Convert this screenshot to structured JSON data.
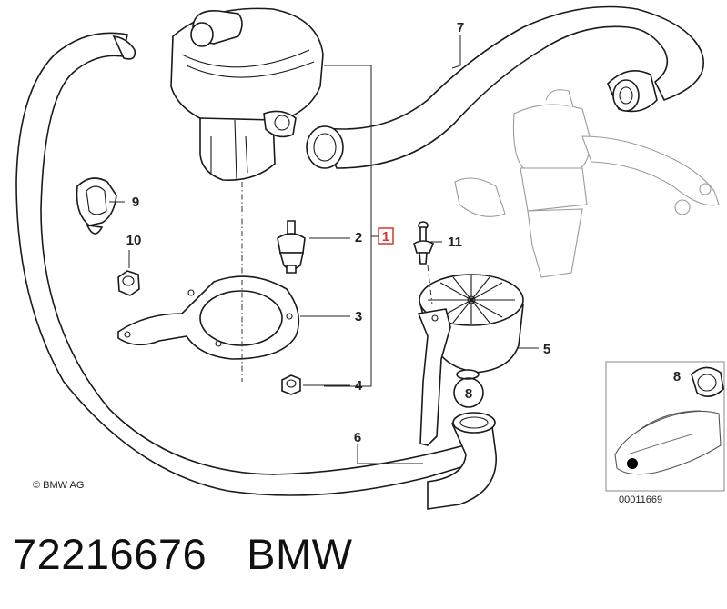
{
  "callouts": {
    "c1": "1",
    "c2": "2",
    "c3": "3",
    "c4": "4",
    "c5": "5",
    "c6": "6",
    "c7": "7",
    "c8a": "8",
    "c8b": "8",
    "c9": "9",
    "c10": "10",
    "c11": "11"
  },
  "copyright": "© BMW AG",
  "diagram_id": "00011669",
  "caption": {
    "part_number": "72216676",
    "brand": "BMW"
  },
  "colors": {
    "line": "#1a1a1a",
    "highlight": "#d9342b",
    "ghost": "#9a9a9a",
    "marker": "#000000"
  }
}
